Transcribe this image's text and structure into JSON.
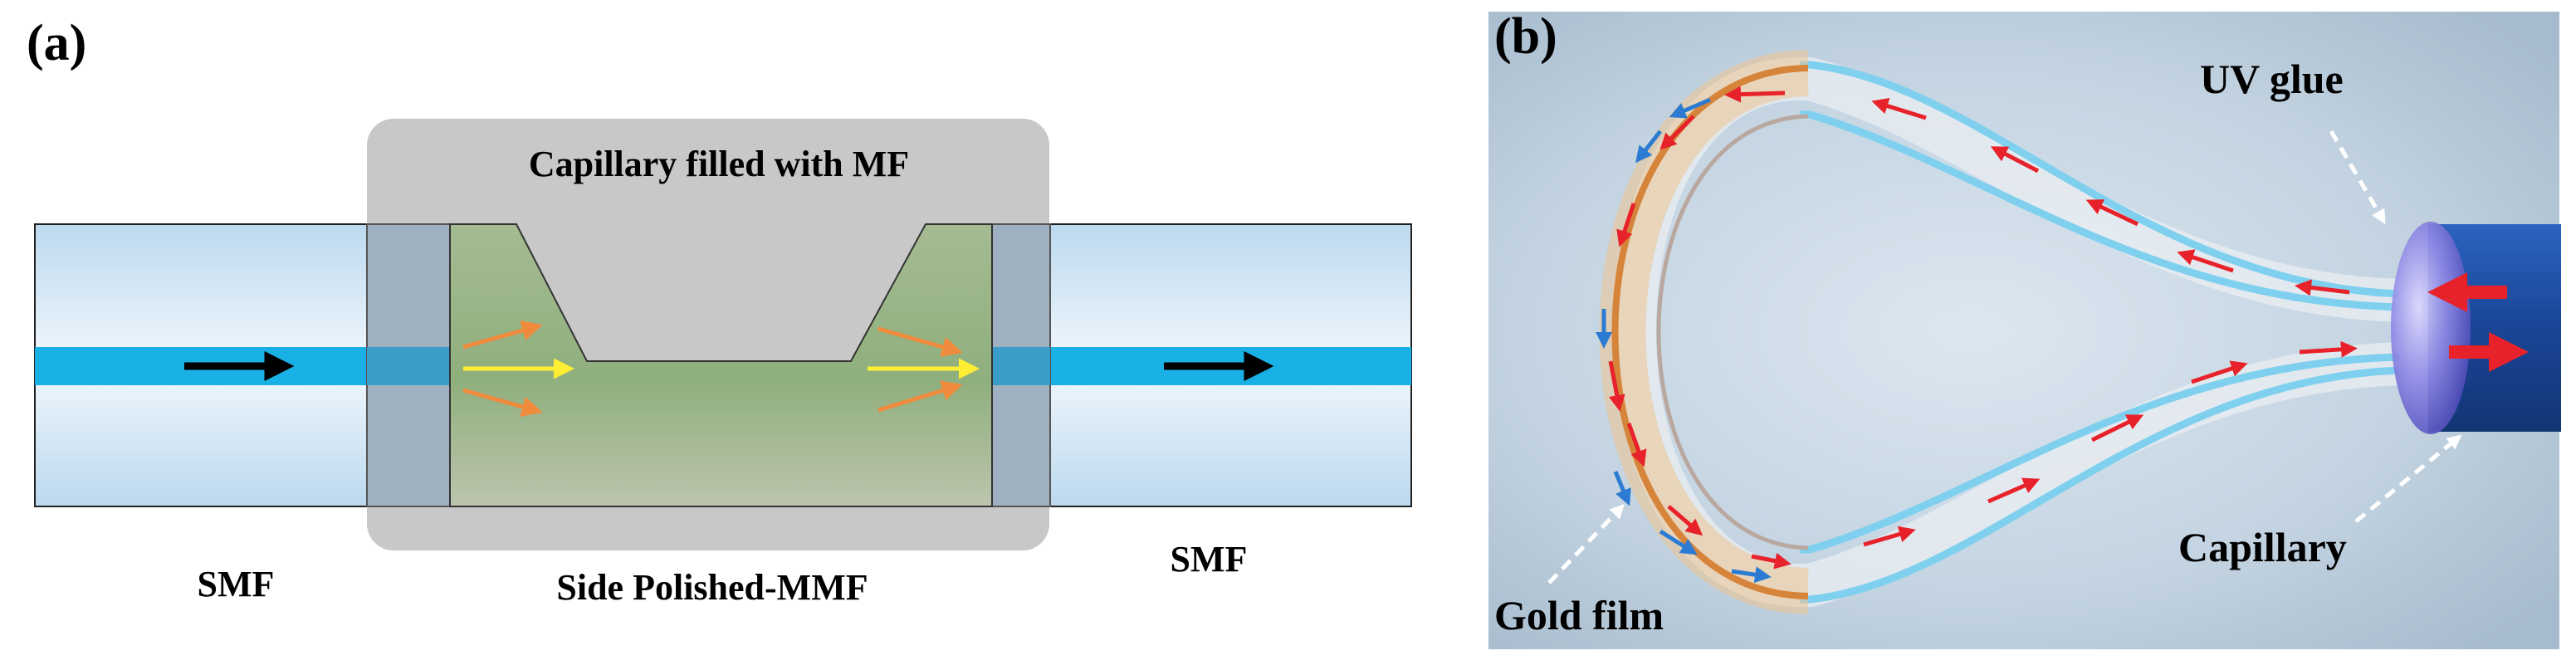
{
  "panel_a": {
    "tag": "(a)",
    "capillary_label": "Capillary filled with MF",
    "left_fiber_label": "SMF",
    "right_fiber_label": "SMF",
    "middle_label": "Side Polished-MMF"
  },
  "panel_b": {
    "tag": "(b)",
    "uv_glue_label": "UV glue",
    "capillary_label": "Capillary",
    "gold_film_label": "Gold film"
  },
  "colors": {
    "fiber_cladding": "#d6e9f7",
    "fiber_core": "#19b0e6",
    "capillary_box": "#c4c4c4",
    "mmf_fill": "#9fb38e",
    "arrow_black": "#000000",
    "arrow_orange": "#f08a3c",
    "arrow_yellow": "#ffee33",
    "arrow_red": "#e8222a",
    "arrow_blue": "#2a7bd1",
    "loop_cyan": "#7fd0ef",
    "gold": "#d6843a",
    "connector_blue": "#1d4fa6",
    "background_b": "#b9cbd9"
  }
}
